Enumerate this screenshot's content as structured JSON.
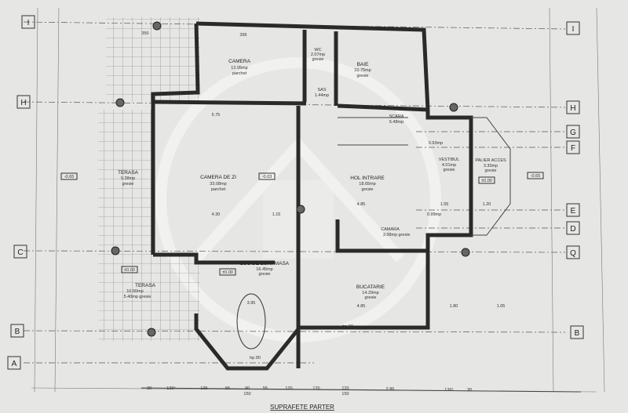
{
  "title": "SUPRAFETE PARTER",
  "axes_left": [
    "I",
    "H",
    "C",
    "B",
    "A"
  ],
  "axes_right": [
    "I",
    "H",
    "G",
    "F",
    "E",
    "D",
    "Q",
    "B"
  ],
  "rooms": [
    {
      "name": "CAMERA",
      "area": "12.05mp",
      "finish": "parchet"
    },
    {
      "name": "WC",
      "area": "2.07mp",
      "finish": "gresie"
    },
    {
      "name": "BAIE",
      "area": "10.75mp",
      "finish": "gresie"
    },
    {
      "name": "SAS",
      "area": "1.44mp",
      "finish": ""
    },
    {
      "name": "SCARA",
      "area": "5.48mp",
      "finish": ""
    },
    {
      "name": "TERASA",
      "area": "9.38mp",
      "finish": "gresie"
    },
    {
      "name": "CAMERA DE ZI",
      "area": "33.08mp",
      "finish": "parchet"
    },
    {
      "name": "HOL INTRARE",
      "area": "18.65mp",
      "finish": "gresie"
    },
    {
      "name": "VESTIBUL",
      "area": "4.01mp",
      "finish": "gresie"
    },
    {
      "name": "PALIER ACCES",
      "area": "3.30mp",
      "finish": "gresie"
    },
    {
      "name": "CAMARA",
      "area": "3.98mp",
      "finish": "gresie"
    },
    {
      "name": "LOC DE LUAT MASA",
      "area": "16.45mp",
      "finish": "gresie"
    },
    {
      "name": "BUCATARIE",
      "area": "14.29mp",
      "finish": "gresie"
    },
    {
      "name": "TERASA",
      "area": "10.50mp",
      "finish": "5.40mp gresie"
    }
  ],
  "small_areas": [
    "0.93mp",
    "0.99mp"
  ],
  "levels": [
    "±0.00",
    "±0.00",
    "±0.00",
    "-0.03",
    "-0.65",
    "-0.65"
  ],
  "bottom_dimensions": [
    "30",
    "139⁵",
    "135",
    "55",
    "90",
    "55",
    "120",
    "120",
    "120",
    "2.86",
    "139⁵",
    "30"
  ],
  "bottom_subdimensions": [
    "150",
    "150"
  ],
  "inner_dimensions": [
    "350",
    "395",
    "5.75",
    "4.30",
    "1.15",
    "4.85",
    "1.55",
    "1.20",
    "3.95",
    "4.85",
    "1.80",
    "1.05",
    "hp.90",
    "hp.90"
  ]
}
